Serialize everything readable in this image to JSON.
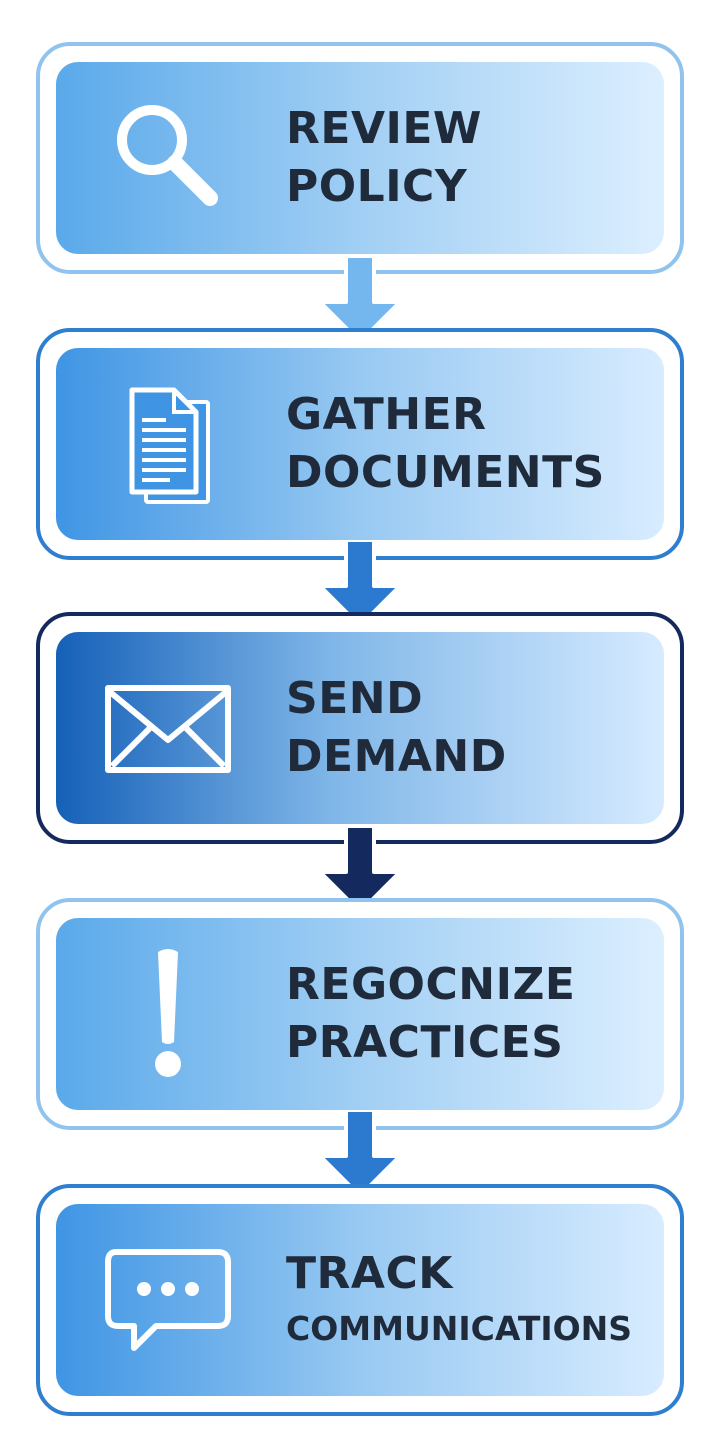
{
  "steps": [
    {
      "line1": "REVIEW",
      "line2": "POLICY",
      "icon": "magnifier-icon"
    },
    {
      "line1": "GATHER",
      "line2": "DOCUMENTS",
      "icon": "document-icon"
    },
    {
      "line1": "SEND",
      "line2": "DEMAND",
      "icon": "envelope-icon"
    },
    {
      "line1": "REGOCNIZE",
      "line2": "PRACTICES",
      "icon": "exclamation-icon"
    },
    {
      "line1": "TRACK",
      "line2": "COMMUNICATIONS",
      "icon": "chat-bubble-icon"
    }
  ],
  "colors": {
    "border_light": "#90c4ee",
    "border_mid": "#2f7fd0",
    "border_dark": "#14295e",
    "text": "#1f2a3a"
  }
}
